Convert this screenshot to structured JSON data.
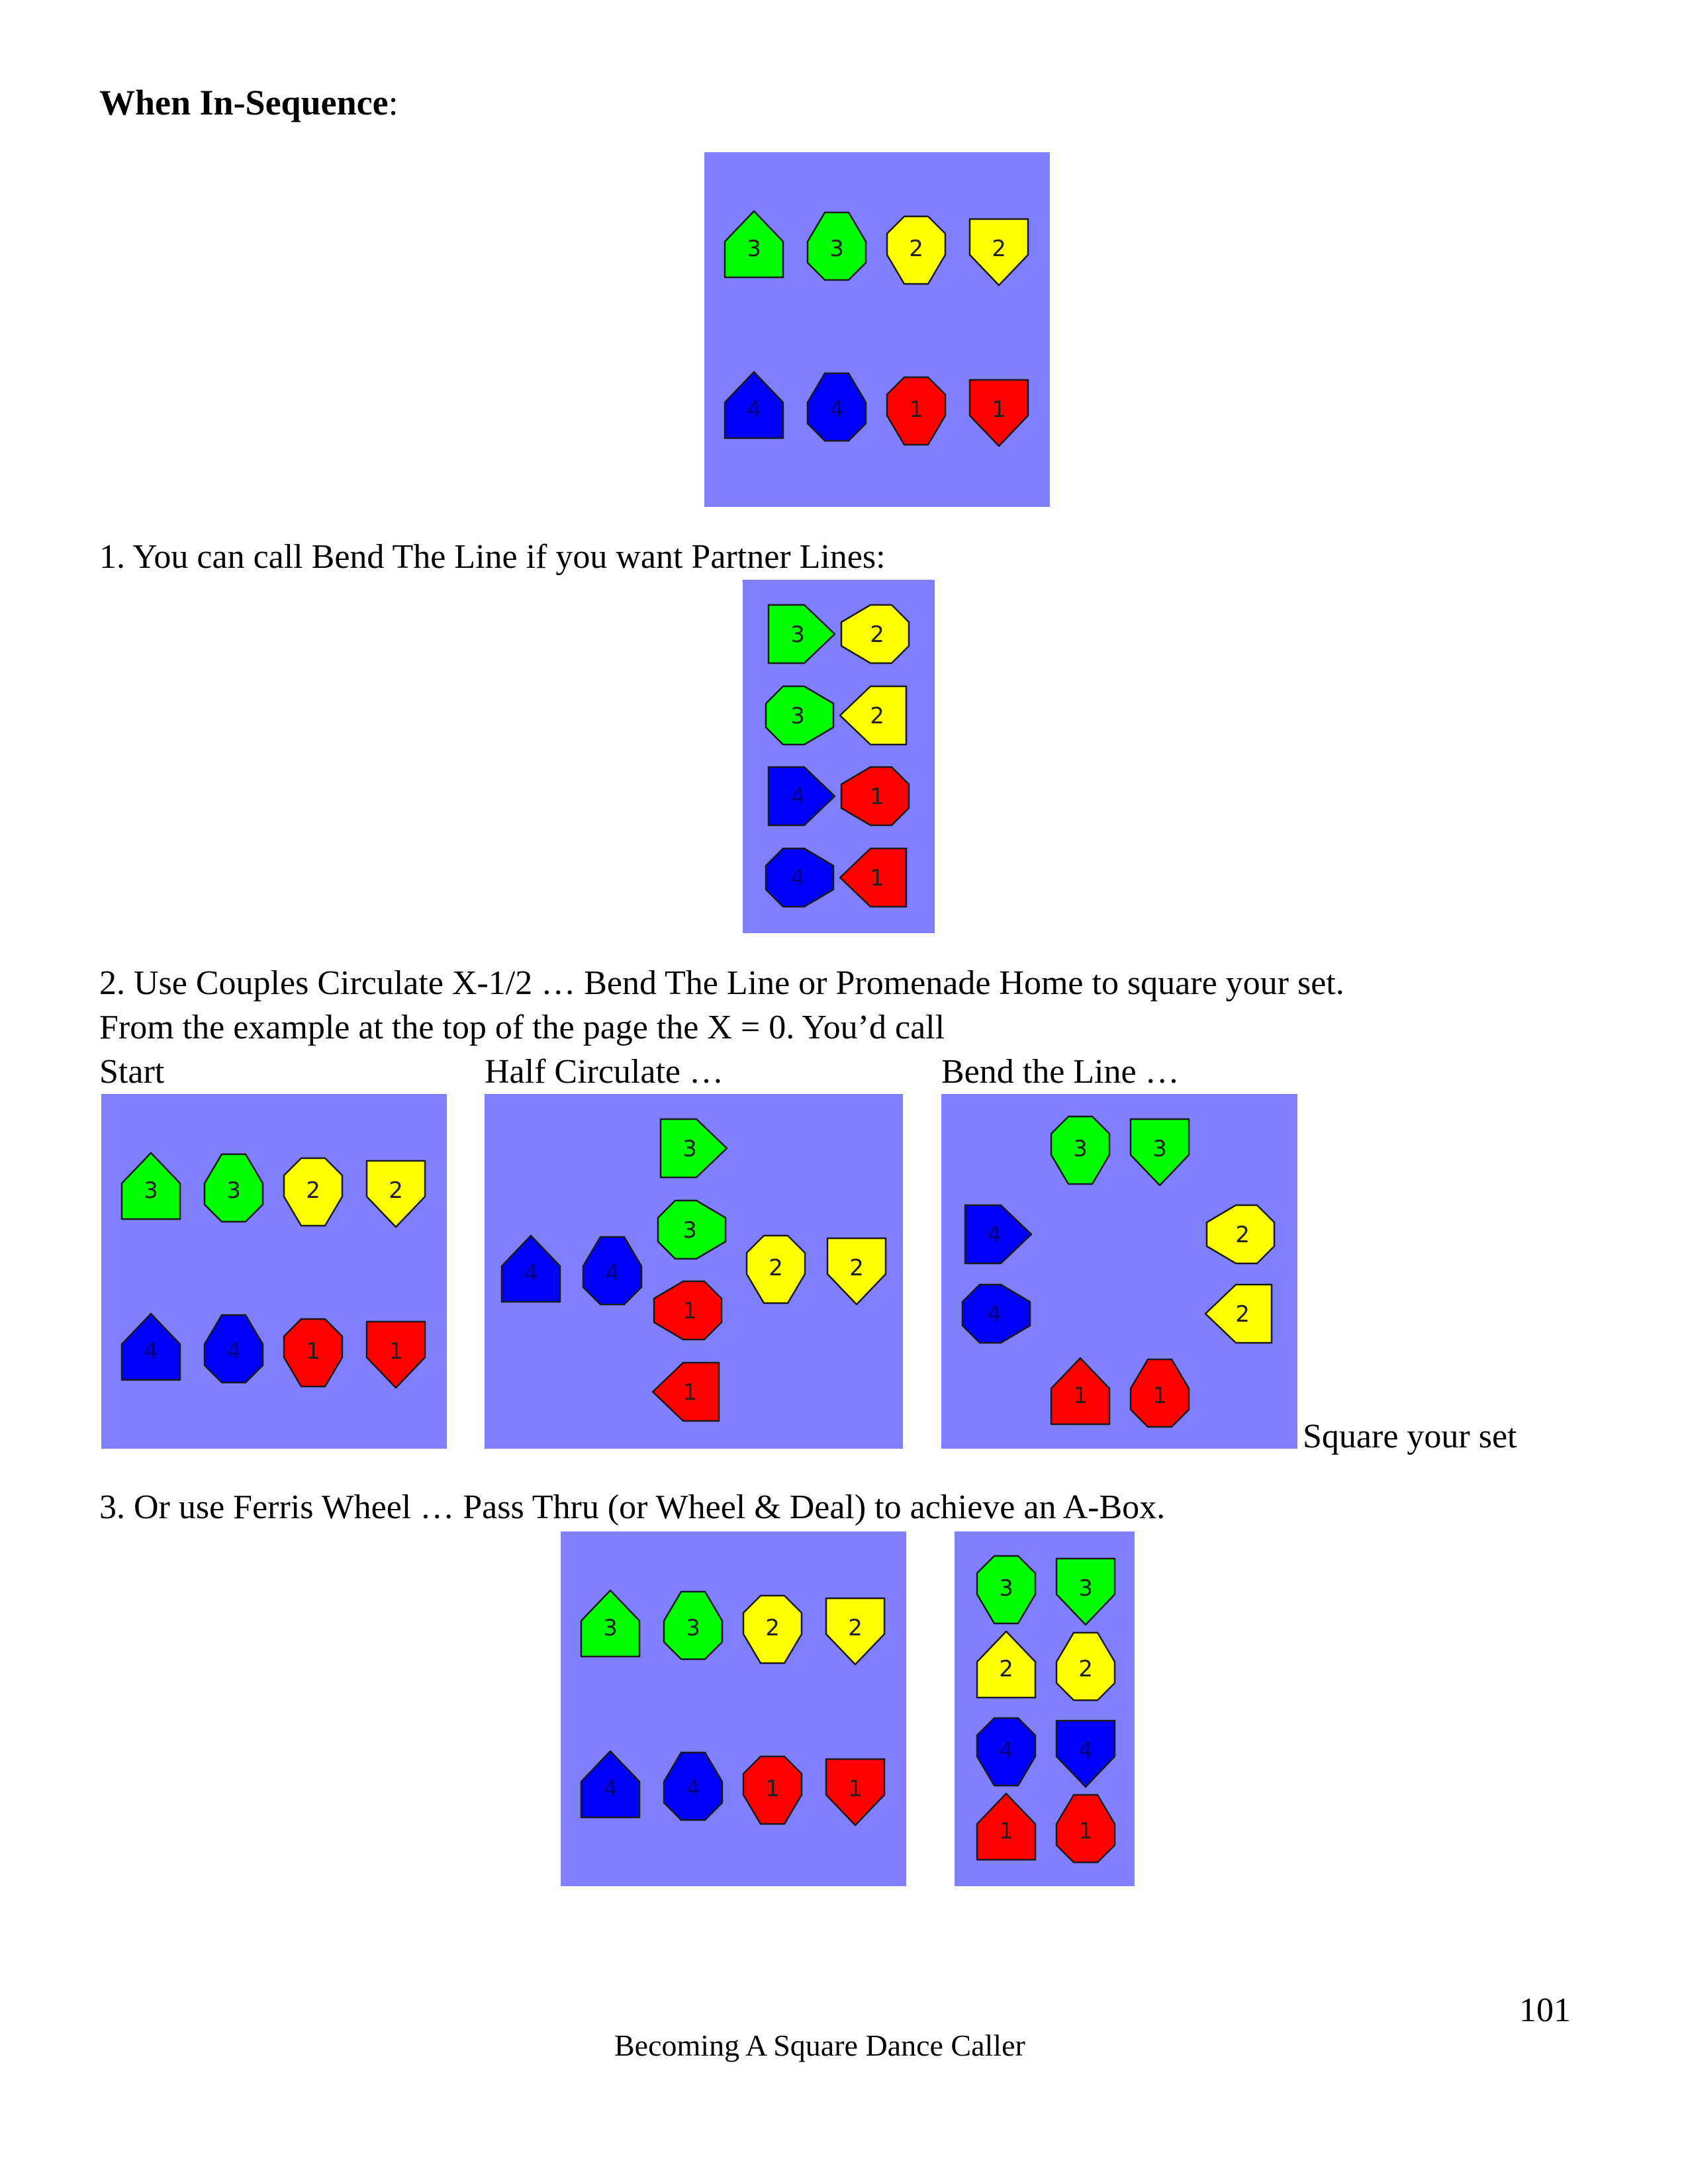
{
  "heading": {
    "text": "When In-Sequence",
    "colon": ":"
  },
  "step1": {
    "text": "1. You can call Bend The Line if you want Partner Lines:"
  },
  "step2": {
    "line1": "2. Use Couples Circulate X-1/2 … Bend The Line or Promenade Home to square your set.",
    "line2": "From the example at the top of the page the X = 0. You’d call",
    "captions": {
      "start": "Start",
      "half": "Half Circulate …",
      "bend": "Bend the Line …",
      "square": "Square your set"
    }
  },
  "step3": {
    "text": "3. Or use Ferris Wheel … Pass Thru (or Wheel & Deal) to achieve an A-Box."
  },
  "footer": {
    "title": "Becoming A Square Dance Caller",
    "page_number": "101"
  },
  "colors": {
    "floor": "#8080ff",
    "couple_1": "#ff0000",
    "couple_2": "#ffff00",
    "couple_3": "#00ff00",
    "couple_4": "#0000ff",
    "label_dark": "#202020",
    "label_on_blue": "#000080"
  },
  "legend": {
    "boy_shape": "square-arrow (boy)",
    "girl_shape": "octagon-arrow (girl)"
  },
  "diagrams": {
    "top_setup": {
      "dancers": [
        {
          "couple": "3",
          "role": "boy",
          "facing": "up"
        },
        {
          "couple": "3",
          "role": "girl",
          "facing": "up"
        },
        {
          "couple": "2",
          "role": "girl",
          "facing": "down"
        },
        {
          "couple": "2",
          "role": "boy",
          "facing": "down"
        },
        {
          "couple": "4",
          "role": "boy",
          "facing": "up"
        },
        {
          "couple": "4",
          "role": "girl",
          "facing": "up"
        },
        {
          "couple": "1",
          "role": "girl",
          "facing": "down"
        },
        {
          "couple": "1",
          "role": "boy",
          "facing": "down"
        }
      ]
    },
    "partner_lines": {
      "dancers": [
        {
          "couple": "3",
          "role": "boy",
          "facing": "right"
        },
        {
          "couple": "2",
          "role": "girl",
          "facing": "left"
        },
        {
          "couple": "3",
          "role": "girl",
          "facing": "right"
        },
        {
          "couple": "2",
          "role": "boy",
          "facing": "left"
        },
        {
          "couple": "4",
          "role": "boy",
          "facing": "right"
        },
        {
          "couple": "1",
          "role": "girl",
          "facing": "left"
        },
        {
          "couple": "4",
          "role": "girl",
          "facing": "right"
        },
        {
          "couple": "1",
          "role": "boy",
          "facing": "left"
        }
      ]
    },
    "start": {
      "dancers": [
        {
          "couple": "3",
          "role": "boy",
          "facing": "up"
        },
        {
          "couple": "3",
          "role": "girl",
          "facing": "up"
        },
        {
          "couple": "2",
          "role": "girl",
          "facing": "down"
        },
        {
          "couple": "2",
          "role": "boy",
          "facing": "down"
        },
        {
          "couple": "4",
          "role": "boy",
          "facing": "up"
        },
        {
          "couple": "4",
          "role": "girl",
          "facing": "up"
        },
        {
          "couple": "1",
          "role": "girl",
          "facing": "down"
        },
        {
          "couple": "1",
          "role": "boy",
          "facing": "down"
        }
      ]
    },
    "half_circulate": {
      "dancers": [
        {
          "couple": "3",
          "role": "boy",
          "facing": "right"
        },
        {
          "couple": "3",
          "role": "girl",
          "facing": "right"
        },
        {
          "couple": "4",
          "role": "boy",
          "facing": "up"
        },
        {
          "couple": "4",
          "role": "girl",
          "facing": "up"
        },
        {
          "couple": "2",
          "role": "girl",
          "facing": "down"
        },
        {
          "couple": "2",
          "role": "boy",
          "facing": "down"
        },
        {
          "couple": "1",
          "role": "girl",
          "facing": "left"
        },
        {
          "couple": "1",
          "role": "boy",
          "facing": "left"
        }
      ]
    },
    "bend_the_line": {
      "dancers": [
        {
          "couple": "3",
          "role": "girl",
          "facing": "down"
        },
        {
          "couple": "3",
          "role": "boy",
          "facing": "down"
        },
        {
          "couple": "4",
          "role": "boy",
          "facing": "right"
        },
        {
          "couple": "4",
          "role": "girl",
          "facing": "right"
        },
        {
          "couple": "2",
          "role": "girl",
          "facing": "left"
        },
        {
          "couple": "2",
          "role": "boy",
          "facing": "left"
        },
        {
          "couple": "1",
          "role": "boy",
          "facing": "up"
        },
        {
          "couple": "1",
          "role": "girl",
          "facing": "up"
        }
      ]
    },
    "ferris_before": {
      "dancers": [
        {
          "couple": "3",
          "role": "boy",
          "facing": "up"
        },
        {
          "couple": "3",
          "role": "girl",
          "facing": "up"
        },
        {
          "couple": "2",
          "role": "girl",
          "facing": "down"
        },
        {
          "couple": "2",
          "role": "boy",
          "facing": "down"
        },
        {
          "couple": "4",
          "role": "boy",
          "facing": "up"
        },
        {
          "couple": "4",
          "role": "girl",
          "facing": "up"
        },
        {
          "couple": "1",
          "role": "girl",
          "facing": "down"
        },
        {
          "couple": "1",
          "role": "boy",
          "facing": "down"
        }
      ]
    },
    "a_box": {
      "dancers": [
        {
          "couple": "3",
          "role": "girl",
          "facing": "down"
        },
        {
          "couple": "3",
          "role": "boy",
          "facing": "down"
        },
        {
          "couple": "2",
          "role": "boy",
          "facing": "up"
        },
        {
          "couple": "2",
          "role": "girl",
          "facing": "up"
        },
        {
          "couple": "4",
          "role": "girl",
          "facing": "down"
        },
        {
          "couple": "4",
          "role": "boy",
          "facing": "down"
        },
        {
          "couple": "1",
          "role": "boy",
          "facing": "up"
        },
        {
          "couple": "1",
          "role": "girl",
          "facing": "up"
        }
      ]
    }
  }
}
